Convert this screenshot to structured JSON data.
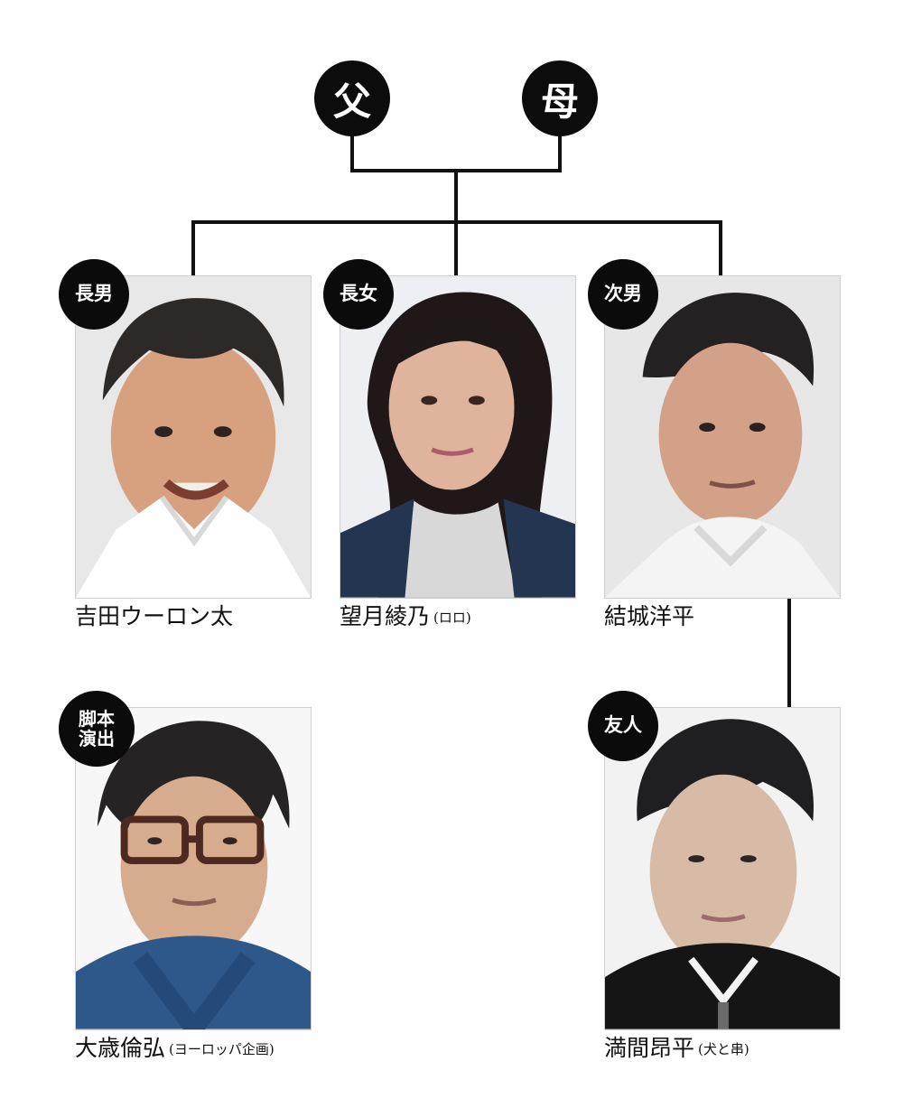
{
  "parents": {
    "father_label": "父",
    "mother_label": "母"
  },
  "members": [
    {
      "role": "長男",
      "name": "吉田ウーロン太",
      "affiliation": ""
    },
    {
      "role": "長女",
      "name": "望月綾乃",
      "affiliation": "(ロロ)"
    },
    {
      "role": "次男",
      "name": "結城洋平",
      "affiliation": ""
    },
    {
      "role": "脚本\n演出",
      "name": "大歳倫弘",
      "affiliation": "(ヨーロッパ企画)"
    },
    {
      "role": "友人",
      "name": "満間昂平",
      "affiliation": "(犬と串)"
    }
  ],
  "colors": {
    "ink": "#111111",
    "badge": "#0b0b0b",
    "background": "#ffffff"
  }
}
